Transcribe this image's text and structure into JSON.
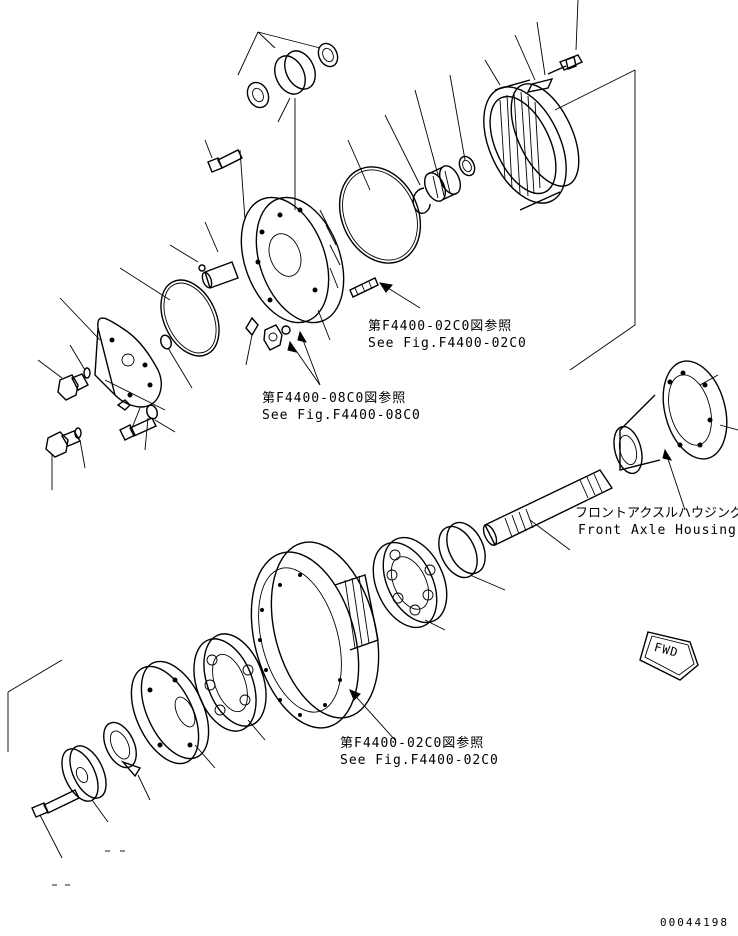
{
  "references": {
    "ref_top_jp": "第F4400-02C0図参照",
    "ref_top_en": "See Fig.F4400-02C0",
    "ref_mid_jp": "第F4400-08C0図参照",
    "ref_mid_en": "See Fig.F4400-08C0",
    "ref_bottom_jp": "第F4400-02C0図参照",
    "ref_bottom_en": "See Fig.F4400-02C0"
  },
  "housing_label": {
    "jp": "フロントアクスルハウジング",
    "en": "Front Axle Housing"
  },
  "direction_badge": "FWD",
  "drawing_number": "00044198"
}
